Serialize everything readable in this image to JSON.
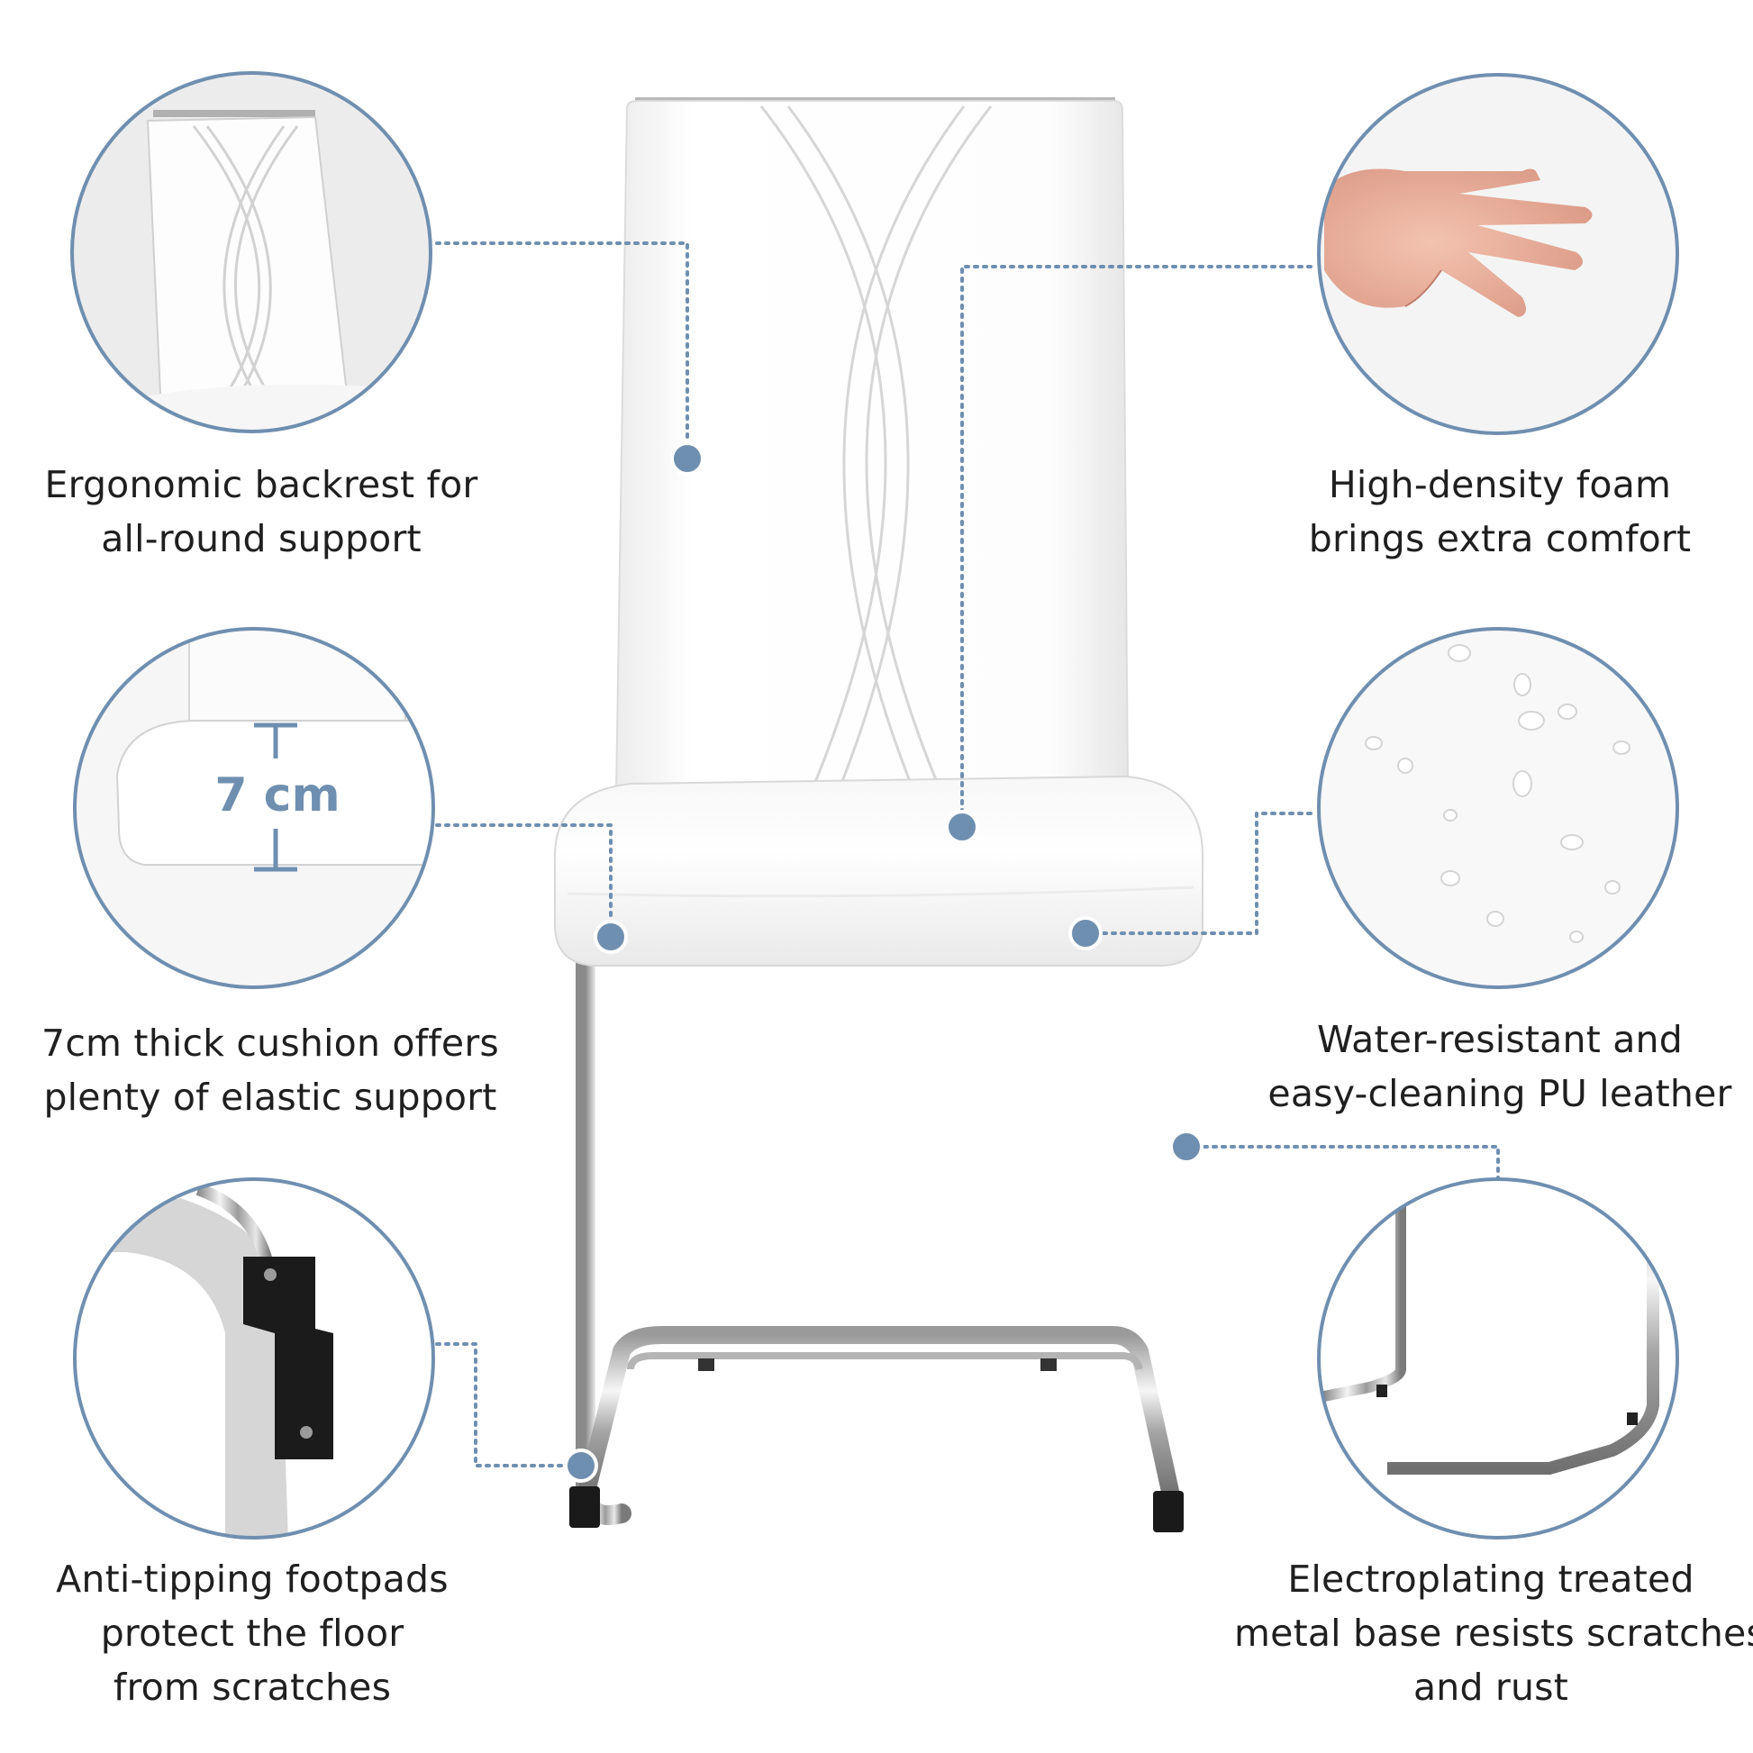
{
  "accent_color": "#6f8fb0",
  "features": {
    "backrest": {
      "lines": [
        "Ergonomic backrest for",
        "all-round support"
      ],
      "icon": "backrest-closeup"
    },
    "foam": {
      "lines": [
        "High-density foam",
        "brings extra comfort"
      ],
      "icon": "hand-pressing-foam"
    },
    "cushion": {
      "lines": [
        "7cm thick cushion offers",
        "plenty of elastic support"
      ],
      "icon": "cushion-thickness",
      "measure_label": "7 cm"
    },
    "leather": {
      "lines": [
        "Water-resistant and",
        "easy-cleaning PU leather"
      ],
      "icon": "water-droplets"
    },
    "footpads": {
      "lines": [
        "Anti-tipping footpads",
        "protect the floor",
        "from scratches"
      ],
      "icon": "footpad-closeup"
    },
    "base": {
      "lines": [
        "Electroplating treated",
        "metal base resists scratches",
        "and rust"
      ],
      "icon": "chrome-base-closeup"
    }
  }
}
